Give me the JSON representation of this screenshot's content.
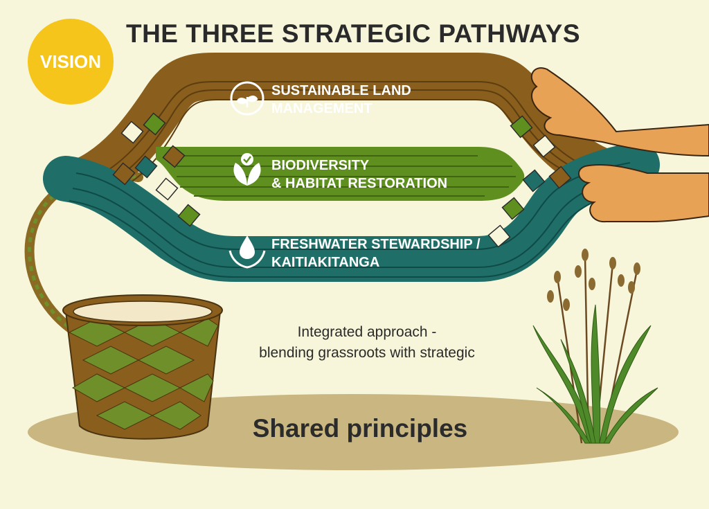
{
  "title": "THE THREE STRATEGIC PATHWAYS",
  "vision_badge": {
    "label": "VISION",
    "color": "#f5c51c"
  },
  "pathways": [
    {
      "lines": [
        "SUSTAINABLE LAND",
        "MANAGEMENT"
      ],
      "icon": "recycle-sprout-icon",
      "color": "#8a5e1c"
    },
    {
      "lines": [
        "BIODIVERSITY",
        "& HABITAT RESTORATION"
      ],
      "icon": "leaf-check-icon",
      "color": "#5e8f1f"
    },
    {
      "lines": [
        "FRESHWATER STEWARDSHIP /",
        "KAITIAKITANGA"
      ],
      "icon": "water-drop-hands-icon",
      "color": "#1f6e68"
    }
  ],
  "note": {
    "lines": [
      "Integrated approach -",
      "blending grassroots with strategic"
    ]
  },
  "base_label": "Shared principles",
  "colors": {
    "background": "#f7f6db",
    "ground": "#c9b681",
    "skin": "#e7a256"
  }
}
